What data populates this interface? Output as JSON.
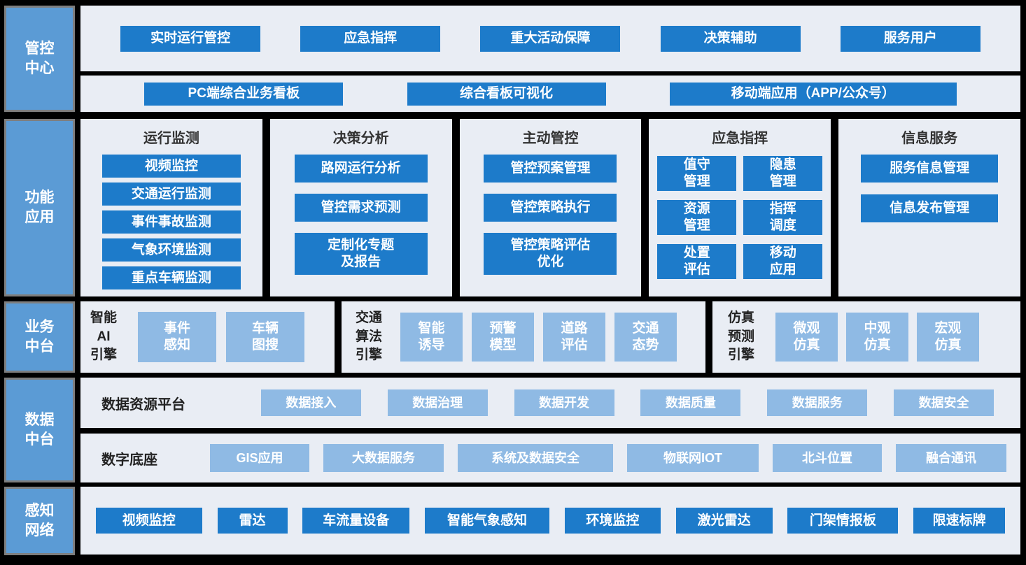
{
  "colors": {
    "background": "#000000",
    "panel_bg": "#E9EDF4",
    "sidebar_box": "#5B9BD5",
    "sidebar_border": "#7E7E7E",
    "dark_button": "#1D7BCA",
    "light_button": "#8FBAE4",
    "heading_text": "#333333",
    "button_text": "#FFFFFF"
  },
  "layers": {
    "control_center": {
      "sidebar_label": "管控\n中心",
      "top_buttons": [
        "实时运行管控",
        "应急指挥",
        "重大活动保障",
        "决策辅助",
        "服务用户"
      ],
      "bottom_buttons": [
        "PC端综合业务看板",
        "综合看板可视化",
        "移动端应用（APP/公众号）"
      ]
    },
    "function_application": {
      "sidebar_label": "功能\n应用",
      "columns": [
        {
          "title": "运行监测",
          "items": [
            "视频监控",
            "交通运行监测",
            "事件事故监测",
            "气象环境监测",
            "重点车辆监测"
          ]
        },
        {
          "title": "决策分析",
          "items": [
            "路网运行分析",
            "管控需求预测",
            "定制化专题\n及报告"
          ]
        },
        {
          "title": "主动管控",
          "items": [
            "管控预案管理",
            "管控策略执行",
            "管控策略评估\n优化"
          ]
        },
        {
          "title": "应急指挥",
          "items": [
            "值守\n管理",
            "隐患\n管理",
            "资源\n管理",
            "指挥\n调度",
            "处置\n评估",
            "移动\n应用"
          ]
        },
        {
          "title": "信息服务",
          "items": [
            "服务信息管理",
            "信息发布管理"
          ]
        }
      ]
    },
    "business_middle_platform": {
      "sidebar_label": "业务\n中台",
      "engines": [
        {
          "label": "智能\nAI\n引擎",
          "items": [
            "事件\n感知",
            "车辆\n图搜"
          ]
        },
        {
          "label": "交通\n算法\n引擎",
          "items": [
            "智能\n诱导",
            "预警\n模型",
            "道路\n评估",
            "交通\n态势"
          ]
        },
        {
          "label": "仿真\n预测\n引擎",
          "items": [
            "微观\n仿真",
            "中观\n仿真",
            "宏观\n仿真"
          ]
        }
      ]
    },
    "data_middle_platform": {
      "sidebar_label": "数据\n中台",
      "rows": [
        {
          "label": "数据资源平台",
          "items": [
            "数据接入",
            "数据治理",
            "数据开发",
            "数据质量",
            "数据服务",
            "数据安全"
          ]
        },
        {
          "label": "数字底座",
          "items": [
            "GIS应用",
            "大数据服务",
            "系统及数据安全",
            "物联网IOT",
            "北斗位置",
            "融合通讯"
          ]
        }
      ]
    },
    "perception_network": {
      "sidebar_label": "感知\n网络",
      "devices": [
        "视频监控",
        "雷达",
        "车流量设备",
        "智能气象感知",
        "环境监控",
        "激光雷达",
        "门架情报板",
        "限速标牌"
      ]
    }
  }
}
